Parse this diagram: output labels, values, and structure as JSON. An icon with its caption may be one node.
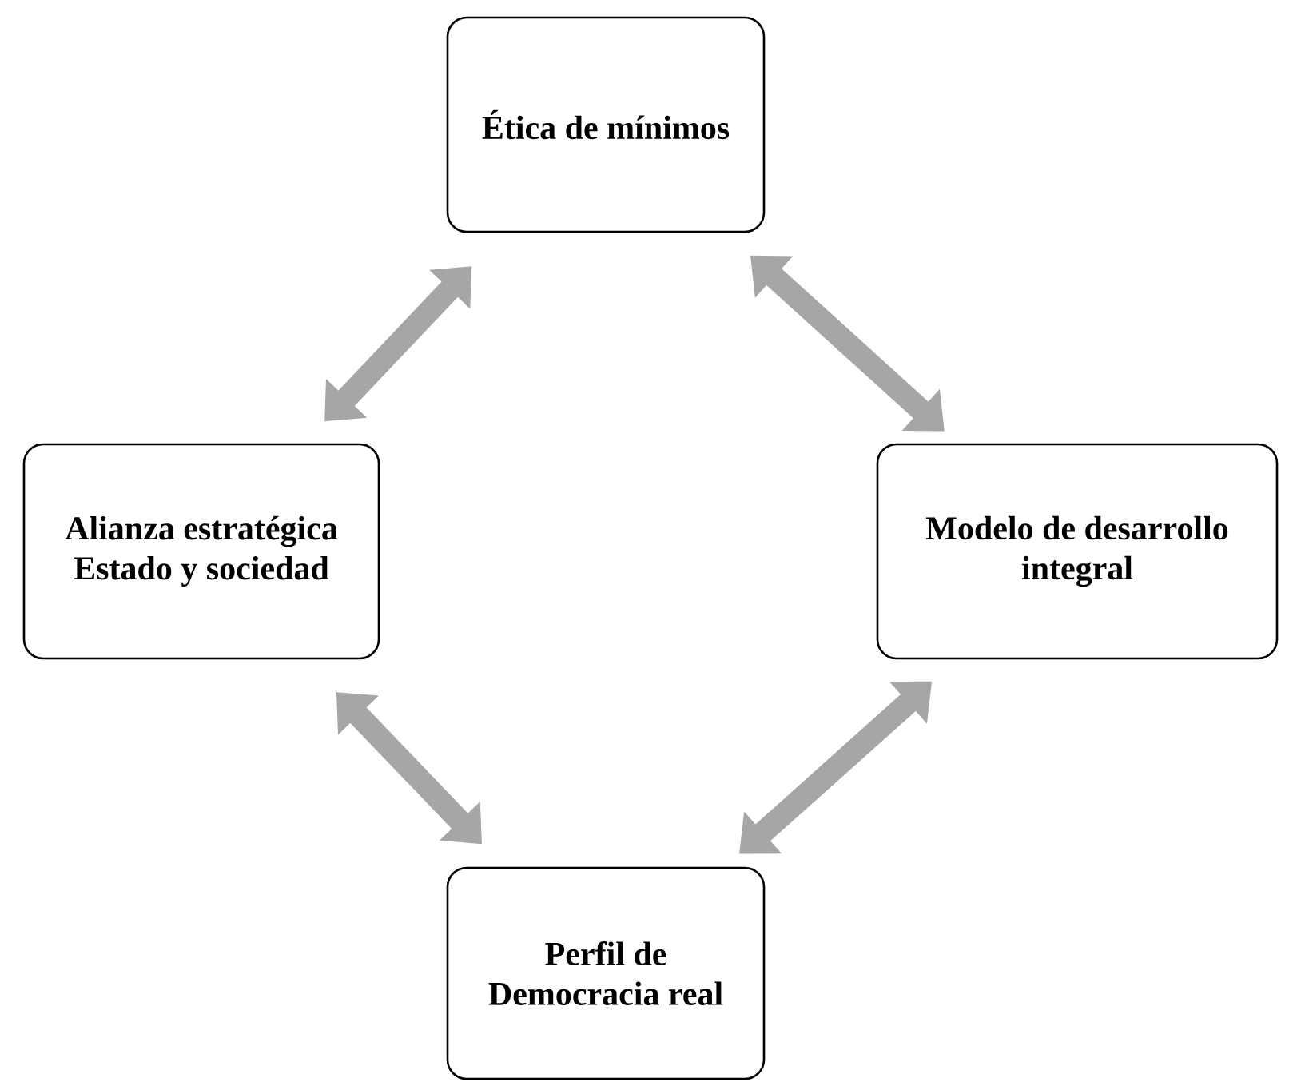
{
  "diagram": {
    "nodes": [
      {
        "text": [
          "Ética de mínimos"
        ]
      },
      {
        "text": [
          "Alianza estratégica Estado y sociedad"
        ]
      },
      {
        "text": [
          "Modelo de desarrollo integral"
        ]
      },
      {
        "text": [
          "Perfil de Democracia real"
        ]
      }
    ],
    "edges": [
      {
        "from": 0,
        "to": 1,
        "arrow": "both"
      },
      {
        "from": 0,
        "to": 2,
        "arrow": "both"
      },
      {
        "from": 1,
        "to": 3,
        "arrow": "both"
      },
      {
        "from": 2,
        "to": 3,
        "arrow": "both"
      }
    ]
  }
}
